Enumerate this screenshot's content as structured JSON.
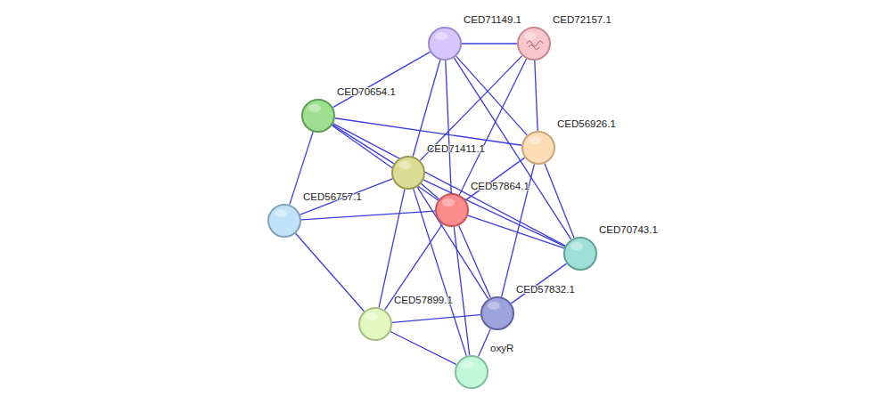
{
  "diagram": {
    "nodes": [
      {
        "text": [
          "CED71149.1"
        ]
      },
      {
        "text": [
          "CED72157.1"
        ]
      },
      {
        "text": [
          "CED70654.1"
        ]
      },
      {
        "text": [
          "CED56926.1"
        ]
      },
      {
        "text": [
          "CED71411.1"
        ]
      },
      {
        "text": [
          "CED57864.1"
        ]
      },
      {
        "text": [
          "CED56757.1"
        ]
      },
      {
        "text": [
          "CED70743.1"
        ]
      },
      {
        "text": [
          "CED57832.1"
        ]
      },
      {
        "text": [
          "CED57899.1"
        ]
      },
      {
        "text": [
          "oxyR"
        ]
      }
    ],
    "edges": [
      {
        "from": 0,
        "to": 1,
        "arrow": "none"
      },
      {
        "from": 0,
        "to": 2,
        "arrow": "none"
      },
      {
        "from": 0,
        "to": 4,
        "arrow": "none"
      },
      {
        "from": 0,
        "to": 5,
        "arrow": "none"
      },
      {
        "from": 0,
        "to": 3,
        "arrow": "none"
      },
      {
        "from": 0,
        "to": 7,
        "arrow": "none"
      },
      {
        "from": 1,
        "to": 3,
        "arrow": "none"
      },
      {
        "from": 1,
        "to": 4,
        "arrow": "none"
      },
      {
        "from": 1,
        "to": 5,
        "arrow": "none"
      },
      {
        "from": 2,
        "to": 4,
        "arrow": "none"
      },
      {
        "from": 2,
        "to": 5,
        "arrow": "none"
      },
      {
        "from": 2,
        "to": 3,
        "arrow": "none"
      },
      {
        "from": 2,
        "to": 6,
        "arrow": "none"
      },
      {
        "from": 2,
        "to": 7,
        "arrow": "none"
      },
      {
        "from": 3,
        "to": 5,
        "arrow": "none"
      },
      {
        "from": 3,
        "to": 8,
        "arrow": "none"
      },
      {
        "from": 3,
        "to": 7,
        "arrow": "none"
      },
      {
        "from": 4,
        "to": 5,
        "arrow": "none"
      },
      {
        "from": 4,
        "to": 6,
        "arrow": "none"
      },
      {
        "from": 4,
        "to": 9,
        "arrow": "none"
      },
      {
        "from": 4,
        "to": 8,
        "arrow": "none"
      },
      {
        "from": 4,
        "to": 10,
        "arrow": "none"
      },
      {
        "from": 4,
        "to": 7,
        "arrow": "none"
      },
      {
        "from": 5,
        "to": 6,
        "arrow": "none"
      },
      {
        "from": 5,
        "to": 9,
        "arrow": "none"
      },
      {
        "from": 5,
        "to": 8,
        "arrow": "none"
      },
      {
        "from": 5,
        "to": 10,
        "arrow": "none"
      },
      {
        "from": 5,
        "to": 7,
        "arrow": "none"
      },
      {
        "from": 6,
        "to": 9,
        "arrow": "none"
      },
      {
        "from": 7,
        "to": 8,
        "arrow": "none"
      },
      {
        "from": 8,
        "to": 9,
        "arrow": "none"
      },
      {
        "from": 8,
        "to": 10,
        "arrow": "none"
      },
      {
        "from": 9,
        "to": 10,
        "arrow": "none"
      }
    ]
  }
}
